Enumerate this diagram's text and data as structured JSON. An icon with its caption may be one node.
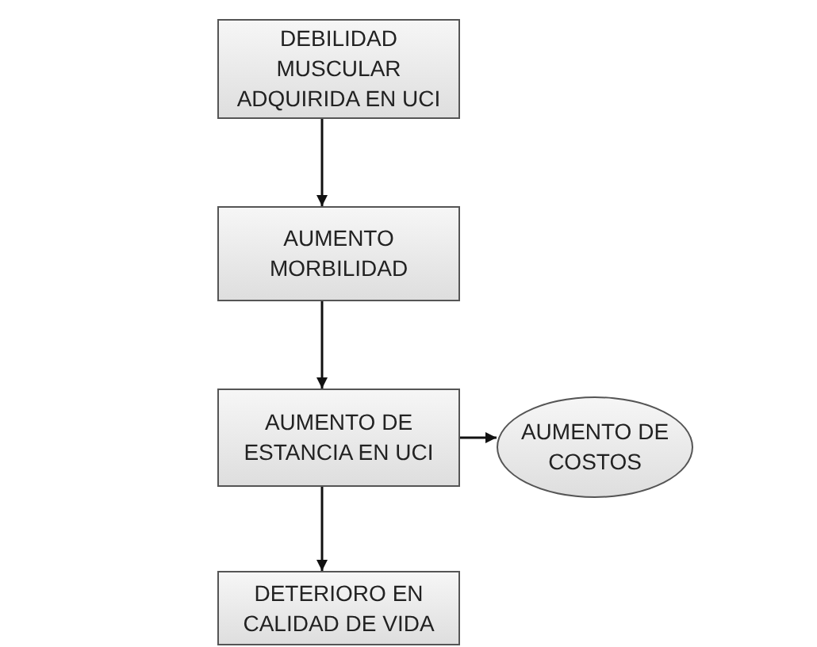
{
  "diagram": {
    "nodes": [
      {
        "text": [
          "DEBILIDAD MUSCULAR ADQUIRIDA EN UCI"
        ]
      },
      {
        "text": [
          "AUMENTO MORBILIDAD"
        ]
      },
      {
        "text": [
          "AUMENTO DE ESTANCIA EN UCI"
        ]
      },
      {
        "text": [
          "AUMENTO DE COSTOS"
        ]
      },
      {
        "text": [
          "DETERIORO EN CALIDAD DE VIDA"
        ]
      }
    ],
    "edges": [
      {
        "from": 0,
        "to": 1,
        "arrow": "to"
      },
      {
        "from": 1,
        "to": 2,
        "arrow": "to"
      },
      {
        "from": 2,
        "to": 3,
        "arrow": "to"
      },
      {
        "from": 2,
        "to": 4,
        "arrow": "to"
      }
    ]
  }
}
